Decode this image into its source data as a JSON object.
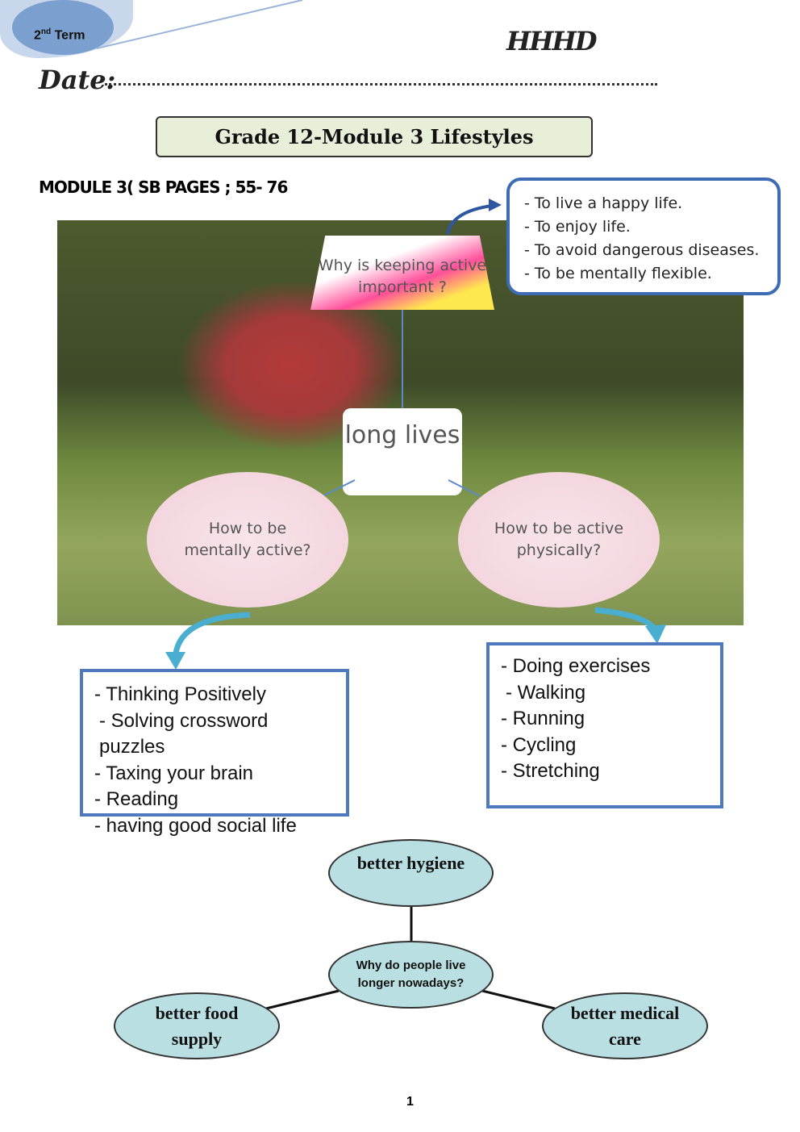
{
  "header": {
    "term_num": "2",
    "term_sup": "nd",
    "term_word": "Term",
    "logo_text": "HHHD",
    "date_label": "Date:"
  },
  "title": "Grade 12-Module 3 Lifestyles",
  "module_heading": "MODULE 3( SB PAGES ; 55- 76",
  "mindmap": {
    "question": "Why is keeping active important ?",
    "center": "long lives",
    "mental": "How to be mentally active?",
    "physical": "How to be active physically?",
    "reasons": [
      "- To live a happy life.",
      "- To enjoy life.",
      "- To avoid dangerous diseases.",
      "- To be mentally flexible."
    ],
    "mental_list": [
      "- Thinking Positively",
      "- Solving crossword puzzles",
      "- Taxing your brain",
      "- Reading",
      "- having good social life"
    ],
    "physical_list": [
      "- Doing exercises",
      "- Walking",
      "- Running",
      "- Cycling",
      "- Stretching"
    ]
  },
  "diagram": {
    "top": "better hygiene",
    "center": "Why do people live longer nowadays?",
    "left": "better food supply",
    "right": "better medical care"
  },
  "page_number": "1"
}
